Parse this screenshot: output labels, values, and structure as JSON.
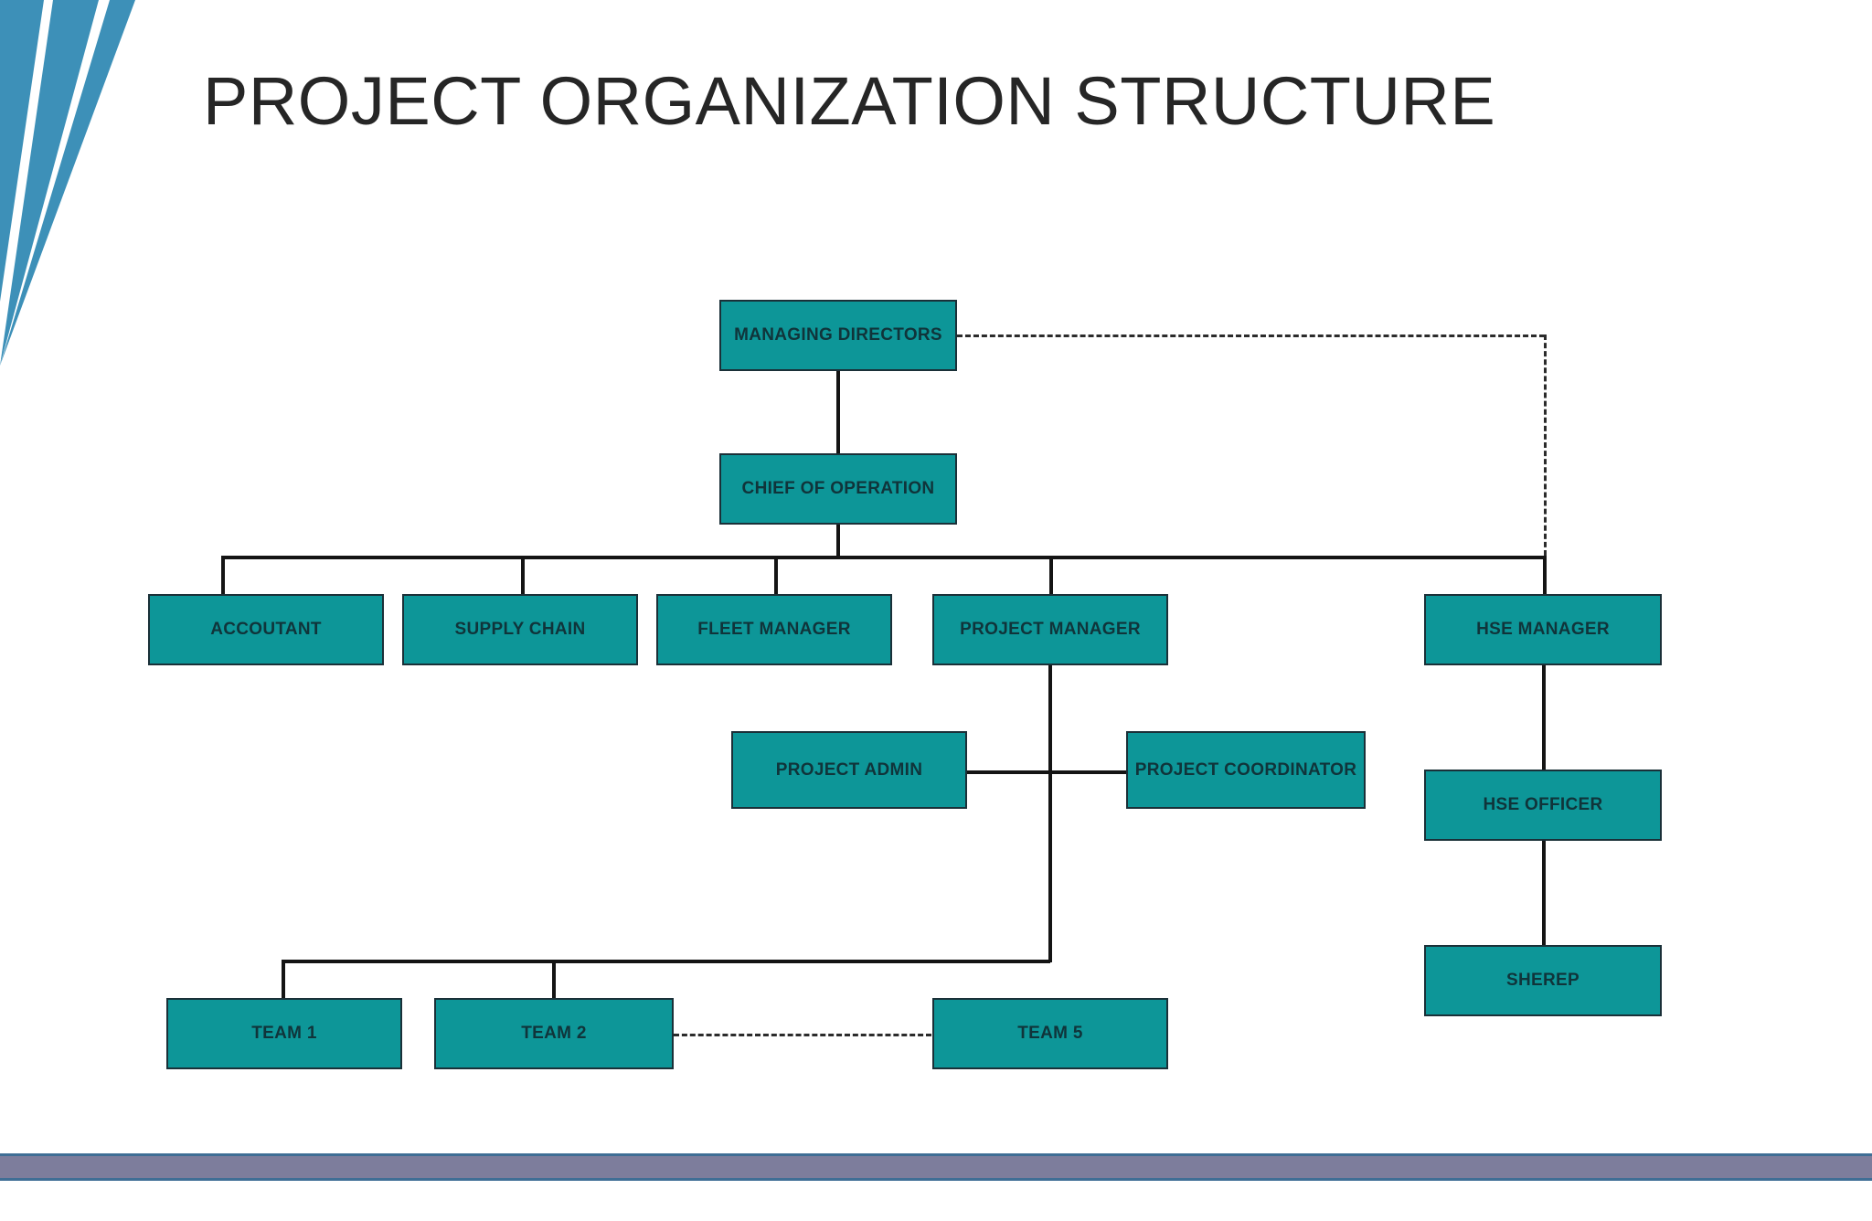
{
  "slide": {
    "title": "PROJECT ORGANIZATION STRUCTURE",
    "accent_blue": "#3d90b8",
    "node_fill": "#0d9698",
    "node_border": "#1a3038",
    "node_text": "#10343a",
    "title_color": "#262626",
    "footer_bar_color": "#7d7d9c",
    "footer_bar_border": "#3f6e95",
    "background": "#ffffff"
  },
  "chart_data": {
    "type": "diagram",
    "title": "PROJECT ORGANIZATION STRUCTURE",
    "diagram_kind": "organization-chart",
    "nodes": [
      {
        "id": "managing_directors",
        "label": "MANAGING DIRECTORS",
        "level": 0
      },
      {
        "id": "chief_of_operation",
        "label": "CHIEF OF OPERATION",
        "level": 1
      },
      {
        "id": "accoutant",
        "label": "ACCOUTANT",
        "level": 2
      },
      {
        "id": "supply_chain",
        "label": "SUPPLY CHAIN",
        "level": 2
      },
      {
        "id": "fleet_manager",
        "label": "FLEET MANAGER",
        "level": 2
      },
      {
        "id": "project_manager",
        "label": "PROJECT MANAGER",
        "level": 2
      },
      {
        "id": "hse_manager",
        "label": "HSE MANAGER",
        "level": 2
      },
      {
        "id": "project_admin",
        "label": "PROJECT ADMIN",
        "level": 3
      },
      {
        "id": "project_coordinator",
        "label": "PROJECT COORDINATOR",
        "level": 3
      },
      {
        "id": "hse_officer",
        "label": "HSE OFFICER",
        "level": 3
      },
      {
        "id": "sherep",
        "label": "SHEREP",
        "level": 4
      },
      {
        "id": "team_1",
        "label": "TEAM 1",
        "level": 5
      },
      {
        "id": "team_2",
        "label": "TEAM 2",
        "level": 5
      },
      {
        "id": "team_5",
        "label": "TEAM 5",
        "level": 5
      }
    ],
    "edges": [
      {
        "from": "managing_directors",
        "to": "chief_of_operation",
        "style": "solid"
      },
      {
        "from": "managing_directors",
        "to": "hse_manager",
        "style": "dashed"
      },
      {
        "from": "chief_of_operation",
        "to": "accoutant",
        "style": "solid"
      },
      {
        "from": "chief_of_operation",
        "to": "supply_chain",
        "style": "solid"
      },
      {
        "from": "chief_of_operation",
        "to": "fleet_manager",
        "style": "solid"
      },
      {
        "from": "chief_of_operation",
        "to": "project_manager",
        "style": "solid"
      },
      {
        "from": "chief_of_operation",
        "to": "hse_manager",
        "style": "solid"
      },
      {
        "from": "project_manager",
        "to": "project_admin",
        "style": "solid"
      },
      {
        "from": "project_manager",
        "to": "project_coordinator",
        "style": "solid"
      },
      {
        "from": "project_manager",
        "to": "team_1",
        "style": "solid"
      },
      {
        "from": "project_manager",
        "to": "team_2",
        "style": "solid"
      },
      {
        "from": "project_manager",
        "to": "team_5",
        "style": "solid"
      },
      {
        "from": "hse_manager",
        "to": "hse_officer",
        "style": "solid"
      },
      {
        "from": "hse_officer",
        "to": "sherep",
        "style": "solid"
      },
      {
        "from": "team_2",
        "to": "team_5",
        "style": "dashed"
      }
    ]
  }
}
